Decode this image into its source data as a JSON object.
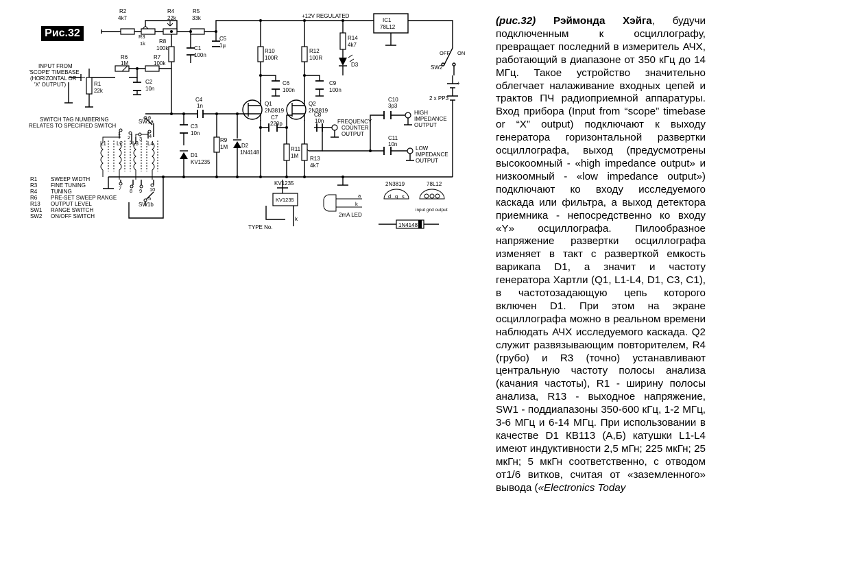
{
  "figure": {
    "tag": "Рис.32",
    "components": {
      "r2": [
        "R2",
        "4k7"
      ],
      "r3": [
        "R3",
        "1k"
      ],
      "r4": [
        "R4",
        "22k"
      ],
      "r5": [
        "R5",
        "33k"
      ],
      "c5": [
        "C5",
        "1µ"
      ],
      "r8": [
        "R8",
        "100k"
      ],
      "c1": [
        "C1",
        "100n"
      ],
      "r6": [
        "R6",
        "1M"
      ],
      "r7": [
        "R7",
        "100k"
      ],
      "r1": [
        "R1",
        "22k"
      ],
      "c2": [
        "C2",
        "10n"
      ],
      "r10": [
        "R10",
        "100R"
      ],
      "c6": [
        "C6",
        "100n"
      ],
      "r12": [
        "R12",
        "100R"
      ],
      "c9": [
        "C9",
        "100n"
      ],
      "r14": [
        "R14",
        "4k7"
      ],
      "d3": "D3",
      "ic1": [
        "IC1",
        "78L12"
      ],
      "c4": [
        "C4",
        "1n"
      ],
      "c3": [
        "C3",
        "10n"
      ],
      "d1": [
        "D1",
        "KV1235"
      ],
      "r9": [
        "R9",
        "1M"
      ],
      "d2": [
        "D2",
        "1N4148"
      ],
      "q1": [
        "Q1",
        "2N3819"
      ],
      "q2": [
        "Q2",
        "2N3819"
      ],
      "c7": [
        "C7",
        "220p"
      ],
      "c8": [
        "C8",
        "10n"
      ],
      "r11": [
        "R11",
        "1M"
      ],
      "r13": [
        "R13",
        "4k7"
      ],
      "c10": [
        "C10",
        "3p3"
      ],
      "c11": [
        "C11",
        "10n"
      ],
      "sw2": "SW2",
      "sw1a": "SW1a",
      "sw1b": "SW1b",
      "l1": "L1",
      "l2": "L2",
      "l3": "L3",
      "l4": "L4"
    },
    "labels": {
      "supply": "+12V REGULATED",
      "input": [
        "INPUT FROM",
        "'SCOPE' TIMEBASE",
        "(HORIZONTAL OR",
        "'X' OUTPUT)"
      ],
      "tag_note": [
        "SWITCH TAG NUMBERING",
        "RELATES TO SPECIFIED SWITCH"
      ],
      "freq_out": [
        "FREQUENCY",
        "COUNTER",
        "OUTPUT"
      ],
      "high_out": [
        "HIGH",
        "IMPEDANCE",
        "OUTPUT"
      ],
      "low_out": [
        "LOW",
        "IMPEDANCE",
        "OUTPUT"
      ],
      "off": "OFF",
      "on": "ON",
      "battery": "2 x PP3",
      "plus": "+",
      "kv_top": "KV1235",
      "kv_inner": "KV1235",
      "type_no": "TYPE No.",
      "led": "2mA LED",
      "led_a": "a",
      "led_k": "k",
      "pin_2n3819": "2N3819",
      "pin_78l12": "78L12",
      "pins_fet": [
        "d",
        "g",
        "s"
      ],
      "pins_reg": "input  gnd output",
      "diode": "1N4148",
      "kv_k": "k",
      "switch_nums": [
        "1",
        "2",
        "3",
        "4",
        "6",
        "7",
        "8",
        "9",
        "10",
        "5"
      ]
    },
    "legend": [
      [
        "R1",
        "SWEEP WIDTH"
      ],
      [
        "R3",
        "FINE TUNING"
      ],
      [
        "R4",
        "TUNING"
      ],
      [
        "R6",
        "PRE-SET SWEEP RANGE"
      ],
      [
        "R13",
        "OUTPUT LEVEL"
      ],
      [
        "SW1",
        "RANGE SWITCH"
      ],
      [
        "SW2",
        "ON/OFF SWITCH"
      ]
    ]
  },
  "article": {
    "fig_ref": "(рис.32)",
    "author": "Рэймонда Хэйга",
    "body": ", будучи подключенным к осциллографу, превращает последний в измеритель АЧХ, работающий в диапазоне от 350 кГц до 14 МГц. Такое устройство значительно облегчает налаживание входных цепей и трактов ПЧ радиоприемной аппаратуры. Вход прибора (Input from “scope” timebase or “X” output) подключают к выходу генератора горизонтальной развертки осциллографа, выход (предусмотрены высокоомный - «high impedance output» и низкоомный - «low impedance output») подключают ко входу исследуемого каскада или фильтра, а выход детектора приемника - непосредственно ко входу «Y» осциллографа. Пилообразное напряжение развертки осциллографа изменяет в такт с разверткой емкость варикапа D1, а значит и частоту генератора Хартли (Q1, L1-L4, D1, C3, C1), в частотозадающую цепь которого включен D1. При этом на экране осциллографа можно в реальном времени наблюдать АЧХ исследуемого каскада. Q2 служит развязывающим повторителем, R4 (грубо) и R3 (точно) устанавливают центральную частоту полосы анализа (качания частоты), R1 - ширину полосы анализа, R13 - выходное напряжение, SW1 - поддиапазоны 350-600 кГц, 1-2 МГц, 3-6 МГц и 6-14 МГц. При использовании в качестве D1 КВ113 (А,Б) катушки L1-L4 имеют индуктивности 2,5 мГн; 225 мкГн; 25 мкГн; 5 мкГн соответственно, с отводом от1/6 витков, считая от «заземленного» вывода (",
    "source": "«Electronics Today"
  }
}
